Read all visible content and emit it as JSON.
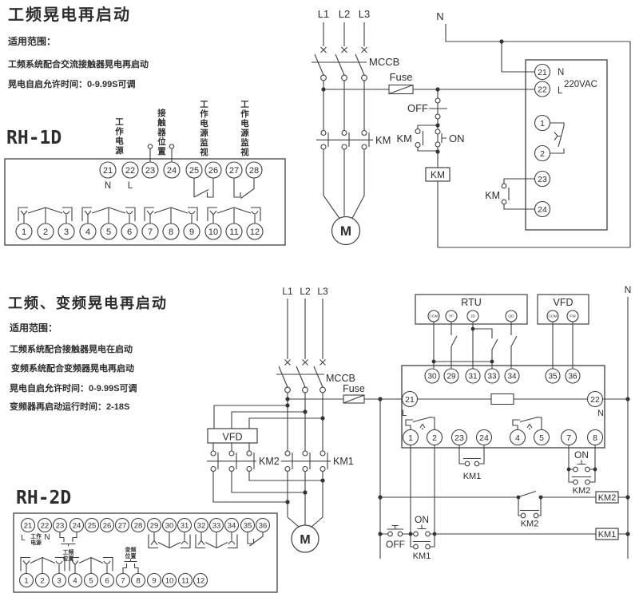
{
  "top": {
    "title": "工频晃电再启动",
    "scope_label": "适用范围：",
    "desc1": "工频系统配合交流接触器晃电再启动",
    "desc2": "晃电自启允许时间：0-9.99S可调",
    "model": "RH-1D",
    "board": {
      "top_terminals": [
        "21",
        "22",
        "23",
        "24",
        "25",
        "26",
        "27",
        "28"
      ],
      "sub_n": "N",
      "sub_l": "L",
      "vlabels": [
        "工作电源",
        "接触器位置",
        "工作电源监视",
        "工作电源监视"
      ],
      "bottom_terminals": [
        "1",
        "2",
        "3",
        "4",
        "5",
        "6",
        "7",
        "8",
        "9",
        "10",
        "11",
        "12"
      ]
    },
    "circuit": {
      "l1": "L1",
      "l2": "L2",
      "l3": "L3",
      "mccb": "MCCB",
      "fuse": "Fuse",
      "km_main": "KM",
      "off": "OFF",
      "km_aux": "KM",
      "on": "ON",
      "km_coil": "KM",
      "motor": "M",
      "n": "N"
    },
    "box": {
      "terminals": [
        "21",
        "22",
        "1",
        "2",
        "23",
        "24"
      ],
      "n": "N",
      "l": "L",
      "voltage": "220VAC",
      "km_pos": "KM"
    }
  },
  "bottom": {
    "title": "工频、变频晃电再启动",
    "scope_label": "适用范围：",
    "desc1": "工频系统配合接触器晃电在启动",
    "desc2": "变频系统配合变频器晃电再启动",
    "desc3": "晃电自启允许时间：0-9.99S可调",
    "desc4": "变频器再启动运行时间：2-18S",
    "model": "RH-2D",
    "board": {
      "top_terminals": [
        "21",
        "22",
        "23",
        "24",
        "25",
        "26",
        "27",
        "28",
        "29",
        "30",
        "31",
        "32",
        "33",
        "34",
        "35",
        "36"
      ],
      "sub_l": "L",
      "sub_n": "N",
      "power_label": [
        "工作",
        "电源"
      ],
      "gongpin_label": [
        "工频",
        "位置"
      ],
      "bianpin_label": [
        "变频",
        "位置"
      ],
      "bottom_terminals": [
        "1",
        "2",
        "3",
        "4",
        "5",
        "6",
        "7",
        "8",
        "9",
        "10",
        "11",
        "12"
      ]
    },
    "circuit": {
      "l1": "L1",
      "l2": "L2",
      "l3": "L3",
      "mccb": "MCCB",
      "fuse": "Fuse",
      "vfd": "VFD",
      "km2": "KM2",
      "km1": "KM1",
      "motor": "M"
    },
    "panel": {
      "rtu": "RTU",
      "rtu_terminals": [
        "COM",
        "YF",
        "JD",
        "QD"
      ],
      "vfd": "VFD",
      "vfd_terminals": [
        "COM",
        "FW"
      ],
      "top_terminals": [
        "30",
        "29",
        "31",
        "33",
        "34",
        "35",
        "36"
      ],
      "rail_terminals": [
        "21",
        "22"
      ],
      "l": "L",
      "n_sub": "N",
      "row_terminals": [
        "1",
        "2",
        "23",
        "24",
        "4",
        "5",
        "7",
        "8"
      ],
      "km1_aux": "KM1",
      "on_remote": "ON",
      "km2_aux": "KM2",
      "km2_latch": "KM2",
      "km2_coil": "KM2",
      "off": "OFF",
      "on_start": "ON",
      "km1_latch": "KM1",
      "km1_coil": "KM1",
      "n": "N"
    }
  }
}
